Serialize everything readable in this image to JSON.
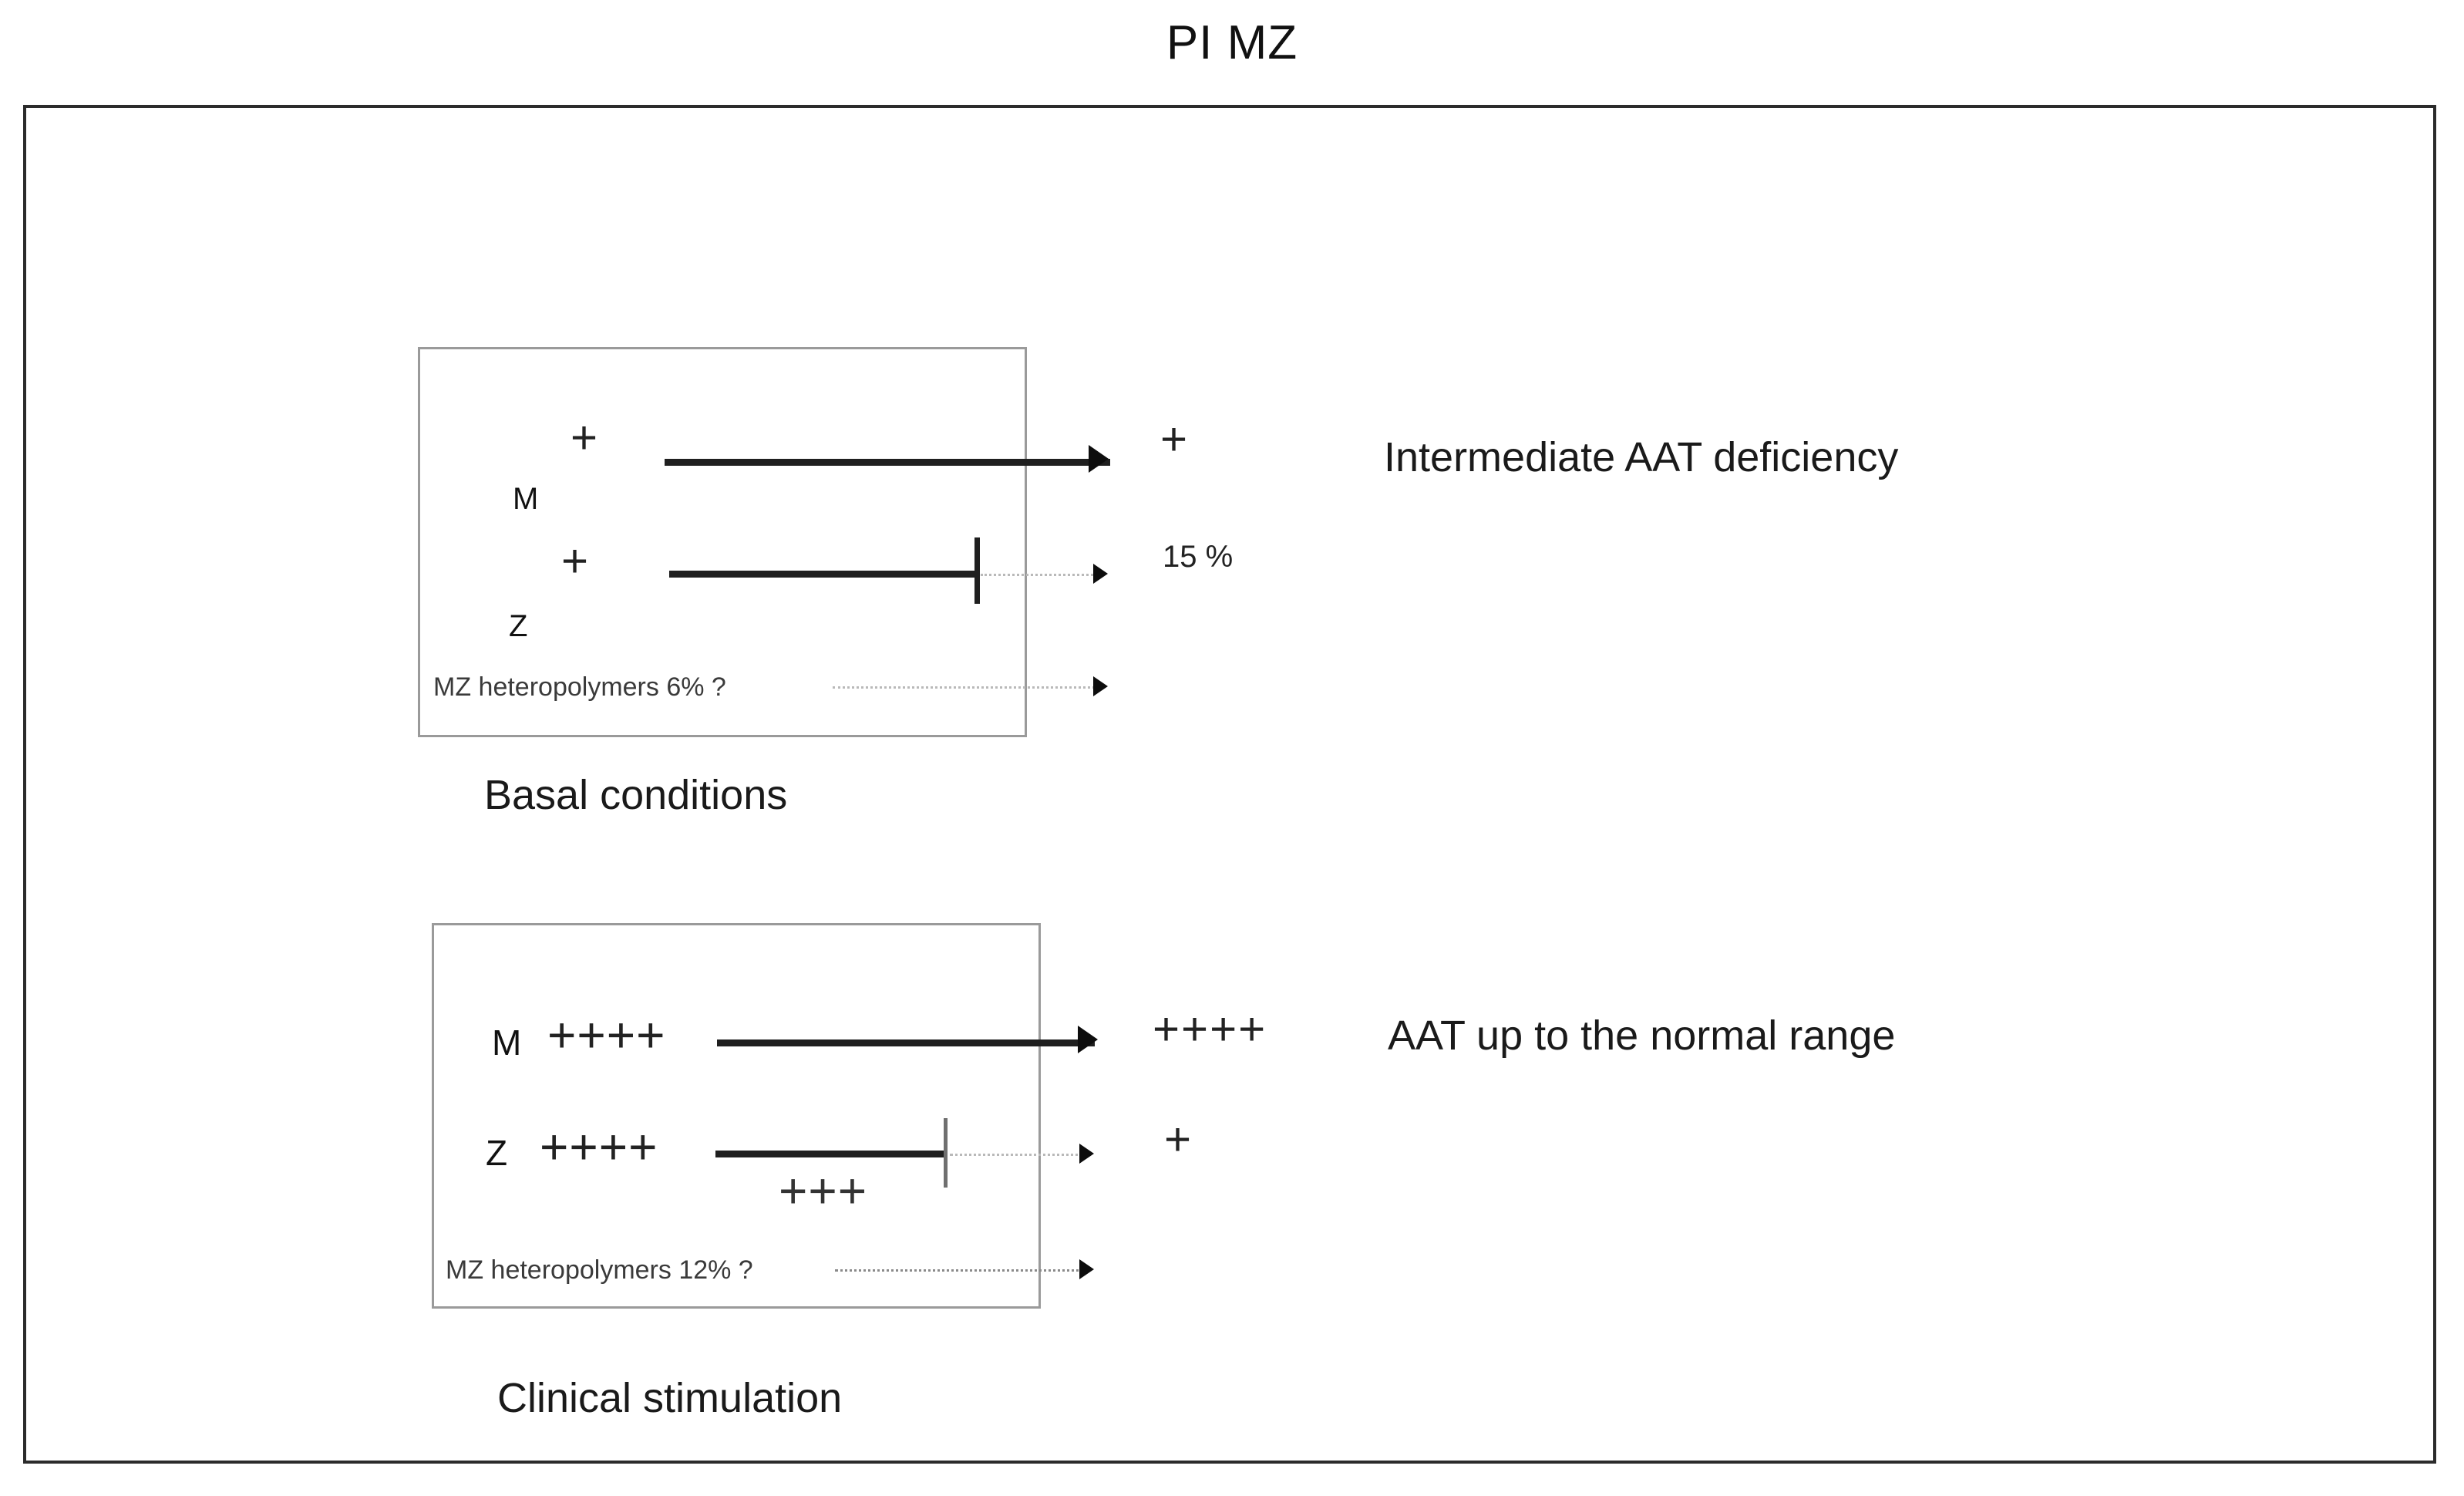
{
  "figure": {
    "title": "PI MZ"
  },
  "panels": [
    {
      "id": "basal",
      "caption": "Basal conditions",
      "rows": [
        {
          "allele": "M",
          "expression": "+",
          "output": "+",
          "blocked": false
        },
        {
          "allele": "Z",
          "expression": "+",
          "output": "15 %",
          "blocked": true
        }
      ],
      "heteropolymer_note": "MZ heteropolymers 6% ?",
      "outcome": "Intermediate AAT deficiency"
    },
    {
      "id": "stimulation",
      "caption": "Clinical stimulation",
      "rows": [
        {
          "allele": "M",
          "expression": "++++",
          "output": "++++",
          "blocked": false
        },
        {
          "allele": "Z",
          "expression": "++++",
          "secretion": "+++",
          "output": "+",
          "blocked": true
        }
      ],
      "heteropolymer_note": "MZ heteropolymers 12% ?",
      "outcome": "AAT up to the normal range"
    }
  ],
  "colors": {
    "frame": "#2b2b2b",
    "panel_border": "#9a9a9a",
    "line": "#1f1f1f",
    "dotted": "#b9b9b9",
    "text": "#1a1a1a"
  }
}
